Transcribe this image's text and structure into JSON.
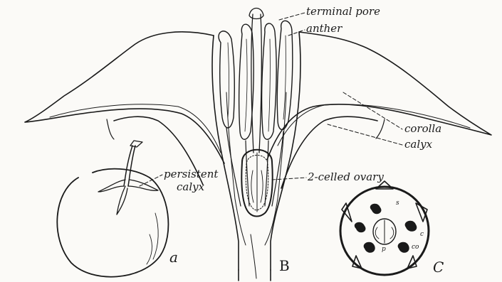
{
  "figure": {
    "labels": {
      "terminal_pore": "terminal pore",
      "anther": "anther",
      "corolla": "corolla",
      "calyx": "calyx",
      "two_celled_ovary": "2-celled ovary",
      "persistent": "persistent",
      "persistent_calyx": "calyx",
      "diagram_s": "s",
      "diagram_c": "c",
      "diagram_co": "co",
      "diagram_p": "p",
      "panel_a": "a",
      "panel_b": "B",
      "panel_c": "C"
    },
    "colors": {
      "ink": "#1a1a1a",
      "paper": "#fbfaf7"
    }
  }
}
